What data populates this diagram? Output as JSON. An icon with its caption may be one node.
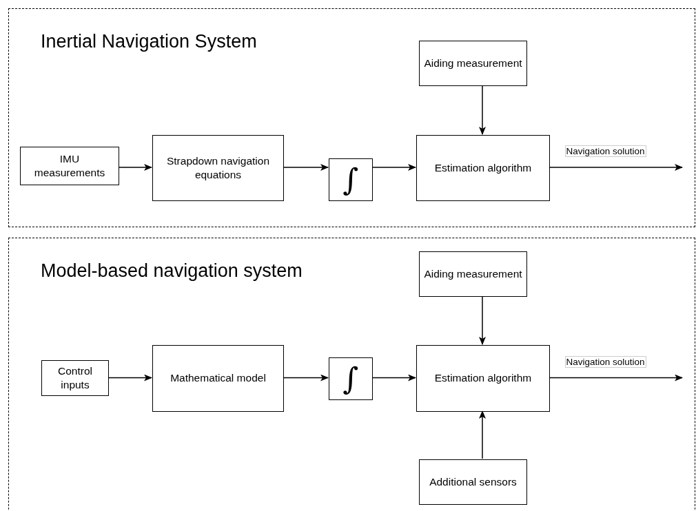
{
  "diagram": {
    "nodes": [
      {
        "text": [
          "Inertial Navigation System"
        ]
      },
      {
        "text": [
          "IMU measurements"
        ],
        "in": 0
      },
      {
        "text": [
          "Strapdown navigation equations"
        ],
        "in": 0
      },
      {
        "text": [
          "∫"
        ],
        "in": 0
      },
      {
        "text": [
          "Aiding measurement"
        ],
        "in": 0
      },
      {
        "text": [
          "Estimation algorithm"
        ],
        "in": 0
      },
      {
        "text": [
          "Model-based navigation system"
        ]
      },
      {
        "text": [
          "Control inputs"
        ],
        "in": 6
      },
      {
        "text": [
          "Mathematical model"
        ],
        "in": 6
      },
      {
        "text": [
          "∫"
        ],
        "in": 6
      },
      {
        "text": [
          "Aiding measurement"
        ],
        "in": 6
      },
      {
        "text": [
          "Estimation algorithm"
        ],
        "in": 6
      },
      {
        "text": [
          "Additional sensors"
        ],
        "in": 6
      }
    ],
    "edges": [
      {
        "from": 1,
        "to": 2,
        "arrow": "to"
      },
      {
        "from": 2,
        "to": 3,
        "arrow": "to"
      },
      {
        "from": 3,
        "to": 5,
        "arrow": "to"
      },
      {
        "from": 4,
        "to": 5,
        "arrow": "to"
      },
      {
        "from": 5,
        "to": null,
        "arrow": "to",
        "label": "Navigation solution"
      },
      {
        "from": 7,
        "to": 8,
        "arrow": "to"
      },
      {
        "from": 8,
        "to": 9,
        "arrow": "to"
      },
      {
        "from": 9,
        "to": 11,
        "arrow": "to"
      },
      {
        "from": 10,
        "to": 11,
        "arrow": "to"
      },
      {
        "from": 12,
        "to": 11,
        "arrow": "to"
      },
      {
        "from": 11,
        "to": null,
        "arrow": "to",
        "label": "Navigation solution"
      }
    ]
  }
}
